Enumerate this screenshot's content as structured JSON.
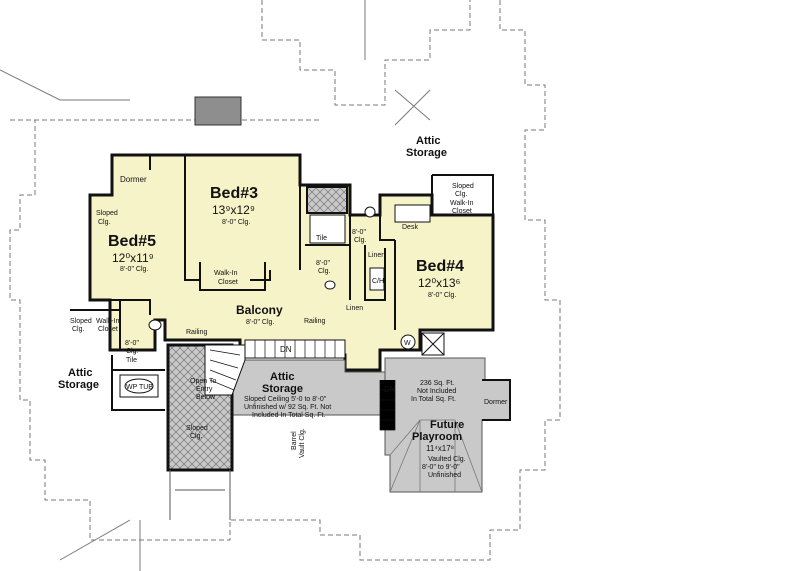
{
  "colors": {
    "floor": "#f7f3c8",
    "gray": "#c9c9c9",
    "dark_gray": "#8e8e8e",
    "wall": "#111111",
    "roof_line": "#7a7a7a"
  },
  "rooms": {
    "bed5": {
      "name": "Bed#5",
      "size": "12⁰x11⁹",
      "ceiling": "8'-0\" Clg."
    },
    "bed3": {
      "name": "Bed#3",
      "size": "13⁹x12⁹",
      "ceiling": "8'-0\" Clg."
    },
    "bed4": {
      "name": "Bed#4",
      "size": "12⁰x13⁶",
      "ceiling": "8'-0\" Clg."
    },
    "balcony": {
      "name": "Balcony",
      "ceiling": "8'-0\" Clg."
    },
    "attic_center": {
      "name": "Attic",
      "name2": "Storage",
      "note1": "Sloped Ceiling 5'-0 to 8'-0\"",
      "note2": "Unfinished w/ 92 Sq. Ft. Not",
      "note3": "Included In Total Sq. Ft."
    },
    "attic_top": {
      "name": "Attic",
      "name2": "Storage"
    },
    "attic_left": {
      "name": "Attic",
      "name2": "Storage"
    },
    "playroom": {
      "name": "Future",
      "name2": "Playroom",
      "size": "11⁴x17⁸",
      "note1": "Vaulted Clg.",
      "note2": "8'-0\" to 9'-0\"",
      "note3": "Unfinished",
      "sqft1": "236 Sq. Ft.",
      "sqft2": "Not Included",
      "sqft3": "In Total Sq. Ft."
    }
  },
  "labels": {
    "dormer": "Dormer",
    "dormer_right": "Dormer",
    "sloped_clg_a": "Sloped",
    "sloped_clg_b": "Clg.",
    "walk_in": "Walk-In",
    "closet": "Closet",
    "tile": "Tile",
    "eight_clg": "8'-0\"",
    "clg": "Clg.",
    "linen": "Linen",
    "ch": "C/H",
    "desk": "Desk",
    "railing": "Railing",
    "dn": "DN",
    "w": "W",
    "wp_tub": "WP TUB",
    "open_to": "Open To",
    "entry": "Entry",
    "below": "Below",
    "barrel_a": "Barrel",
    "barrel_b": "Vault Clg."
  }
}
